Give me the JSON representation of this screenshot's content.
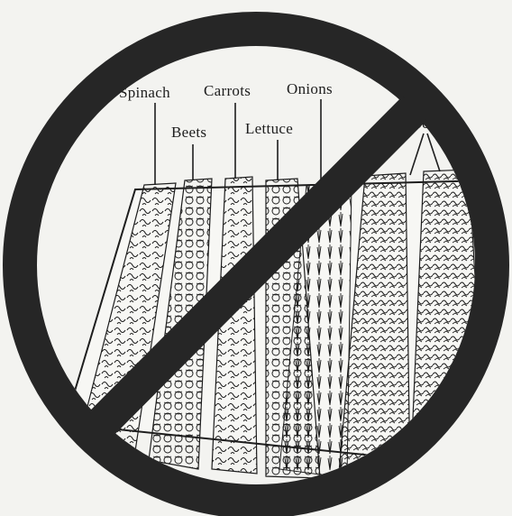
{
  "labels": {
    "spinach": "Spinach",
    "carrots": "Carrots",
    "onions": "Onions",
    "beets": "Beets",
    "lettuce": "Lettuce",
    "beans": "n be"
  },
  "symbol": "prohibition-sign",
  "colors": {
    "ink": "#1e1e1e",
    "ring": "#262626",
    "paper": "#f3f3f0"
  }
}
